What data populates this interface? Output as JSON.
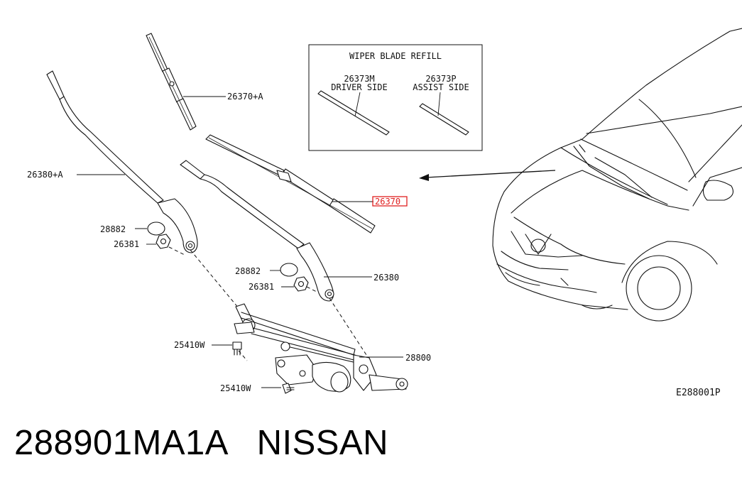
{
  "diagram": {
    "refill_box": {
      "title": "WIPER BLADE REFILL",
      "driver": {
        "part": "26373M",
        "side": "DRIVER SIDE"
      },
      "assist": {
        "part": "26373P",
        "side": "ASSIST SIDE"
      }
    },
    "callouts": {
      "blade_driver": "26370+A",
      "arm_driver": "26380+A",
      "blade_assist_highlighted": "26370",
      "cap_driver": "28882",
      "nut_driver": "26381",
      "cap_assist": "28882",
      "nut_assist": "26381",
      "arm_assist": "26380",
      "bolt_upper": "25410W",
      "bolt_lower": "25410W",
      "linkage": "28800"
    },
    "figure_code": "E288001P",
    "highlight_color": "#e02020"
  },
  "footer": {
    "part_number": "288901MA1A",
    "brand": "NISSAN"
  }
}
